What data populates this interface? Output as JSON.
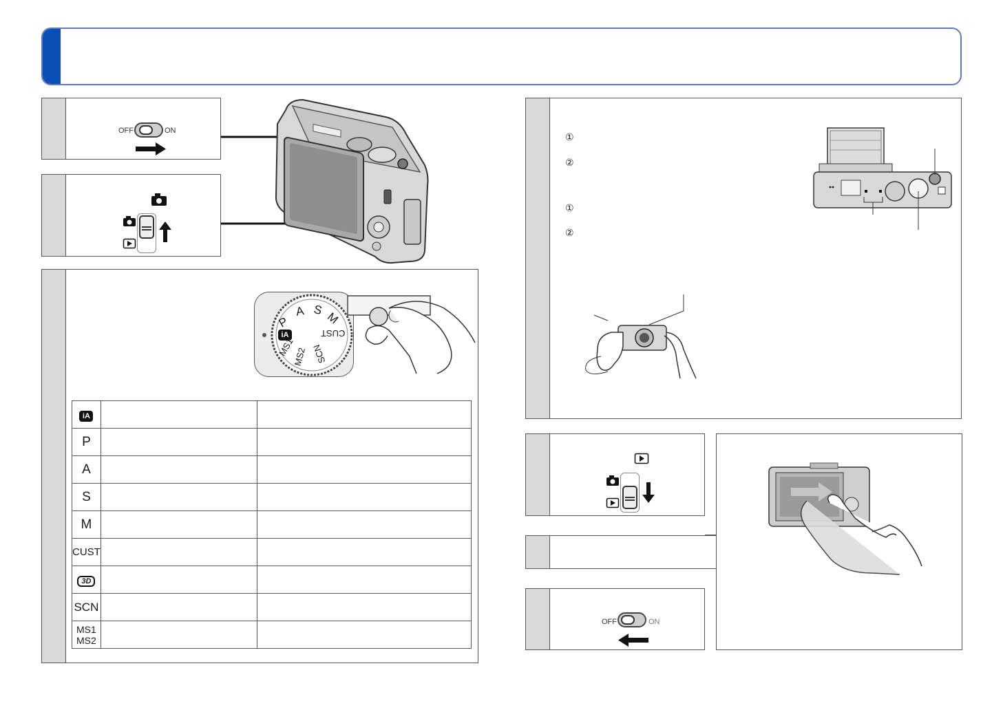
{
  "switch_labels": {
    "off": "OFF",
    "on": "ON"
  },
  "mode_dial": {
    "labels": [
      "P",
      "A",
      "S",
      "M",
      "CUST",
      "SCN",
      "MS1",
      "MS2"
    ],
    "ia_label": "iA"
  },
  "mode_table": {
    "rows": [
      {
        "icon": "intelligent-auto-icon",
        "label": "iA",
        "col1": "",
        "col2": ""
      },
      {
        "icon": "program-ae-icon",
        "label": "P",
        "col1": "",
        "col2": ""
      },
      {
        "icon": "aperture-priority-icon",
        "label": "A",
        "col1": "",
        "col2": ""
      },
      {
        "icon": "shutter-priority-icon",
        "label": "S",
        "col1": "",
        "col2": ""
      },
      {
        "icon": "manual-exposure-icon",
        "label": "M",
        "col1": "",
        "col2": ""
      },
      {
        "icon": "custom-mode-icon",
        "label": "CUST",
        "col1": "",
        "col2": ""
      },
      {
        "icon": "3d-photo-icon",
        "label": "3D",
        "col1": "",
        "col2": ""
      },
      {
        "icon": "scene-mode-icon",
        "label": "SCN",
        "col1": "",
        "col2": ""
      },
      {
        "icon": "my-scene-icon",
        "label": "MS1\nMS2",
        "col1": "",
        "col2": ""
      }
    ]
  },
  "steps": {
    "circled_1": "①",
    "circled_2": "②"
  },
  "colors": {
    "header_border": "#5a7cc7",
    "header_accent": "#0b4fb5",
    "number_bar": "#d9d9d9"
  }
}
